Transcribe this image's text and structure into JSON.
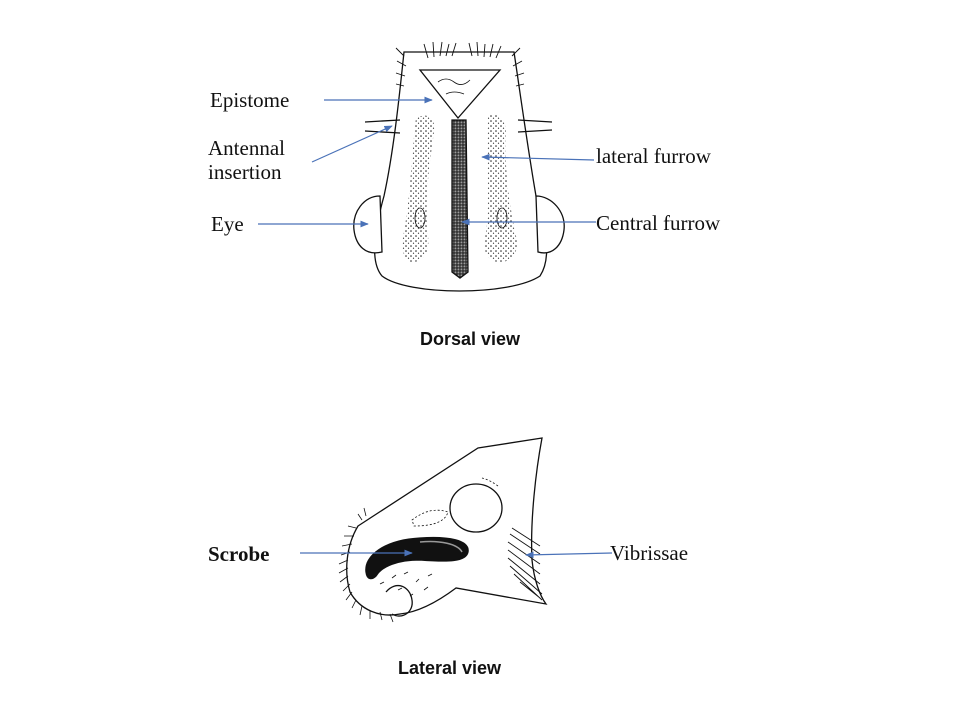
{
  "dorsal": {
    "caption": "Dorsal view",
    "labels": {
      "epistome": "Epistome",
      "antennal_insertion": "Antennal\ninsertion",
      "eye": "Eye",
      "lateral_furrow": "lateral furrow",
      "central_furrow": "Central furrow"
    }
  },
  "lateral": {
    "caption": "Lateral view",
    "labels": {
      "scrobe": "Scrobe",
      "vibrissae": "Vibrissae"
    }
  },
  "colors": {
    "arrow": "#4a72b8",
    "ink": "#111111"
  }
}
